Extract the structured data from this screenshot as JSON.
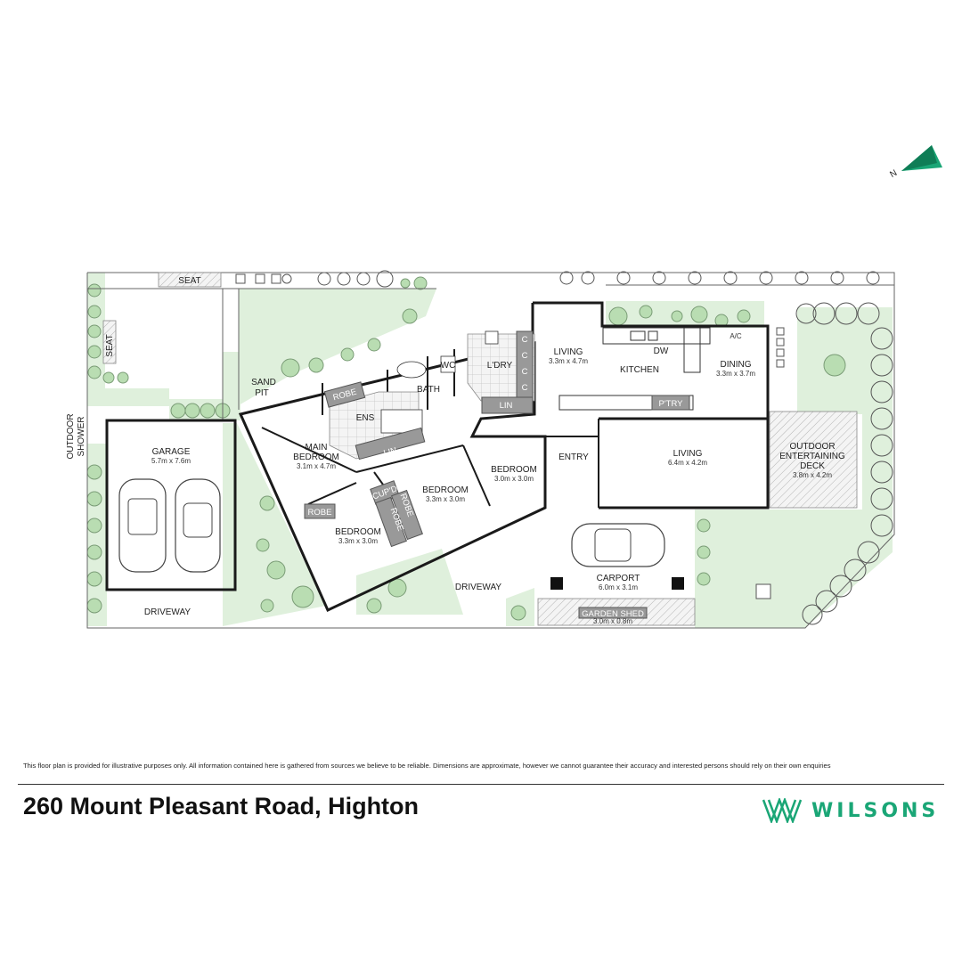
{
  "plan": {
    "compass_letter": "N",
    "rooms": {
      "seat_top": "SEAT",
      "seat_side": "SEAT",
      "sand_pit": [
        "SAND",
        "PIT"
      ],
      "outdoor_shower": [
        "OUTDOOR",
        "SHOWER"
      ],
      "garage": {
        "name": "GARAGE",
        "dims": "5.7m x 7.6m"
      },
      "driveway_left": "DRIVEWAY",
      "robe_ens": "ROBE",
      "ens": "ENS",
      "bath": "BATH",
      "wc": "WC",
      "laundry": "L'DRY",
      "linen_laundry": "LIN",
      "cupboards": [
        "C",
        "C",
        "C",
        "C"
      ],
      "living_small": {
        "name": "LIVING",
        "dims": "3.3m x 4.7m"
      },
      "kitchen": "KITCHEN",
      "dw": "DW",
      "ac": "A/C",
      "dining": {
        "name": "DINING",
        "dims": "3.3m x 3.7m"
      },
      "pantry": "P'TRY",
      "main_bedroom": {
        "name": [
          "MAIN",
          "BEDROOM"
        ],
        "dims": "3.1m x 4.7m"
      },
      "linen_hall": "LIN",
      "robe_main": "ROBE",
      "cupd": "CUP'D",
      "robe_v1": "ROBE",
      "robe_v2": "ROBE",
      "bedroom_a": {
        "name": "BEDROOM",
        "dims": "3.3m x 3.0m"
      },
      "bedroom_b": {
        "name": "BEDROOM",
        "dims": "3.3m x 3.0m"
      },
      "bedroom_c": {
        "name": "BEDROOM",
        "dims": "3.0m x 3.0m"
      },
      "entry": "ENTRY",
      "living_large": {
        "name": "LIVING",
        "dims": "6.4m x 4.2m"
      },
      "deck": {
        "name": [
          "OUTDOOR",
          "ENTERTAINING",
          "DECK"
        ],
        "dims": "3.8m x 4.2m"
      },
      "driveway_mid": "DRIVEWAY",
      "carport": {
        "name": "CARPORT",
        "dims": "6.0m x 3.1m"
      },
      "garden_shed": {
        "name": "GARDEN SHED",
        "dims": "3.0m x 0.8m"
      }
    }
  },
  "footer": {
    "disclaimer": "This floor plan is provided for illustrative purposes only. All information contained here is gathered from sources we believe to be reliable. Dimensions are approximate, however we cannot guarantee their accuracy and interested persons should rely on their own enquiries",
    "address": "260 Mount Pleasant Road, Highton",
    "brand": "WILSONS"
  },
  "colors": {
    "lawn": "#dff0dc",
    "tree_fill": "#b9ddb2",
    "wall": "#1a1a1a",
    "wet_area_tile": "#e4e4e4",
    "grey_fixture": "#999999",
    "brand_green": "#1aa676"
  }
}
